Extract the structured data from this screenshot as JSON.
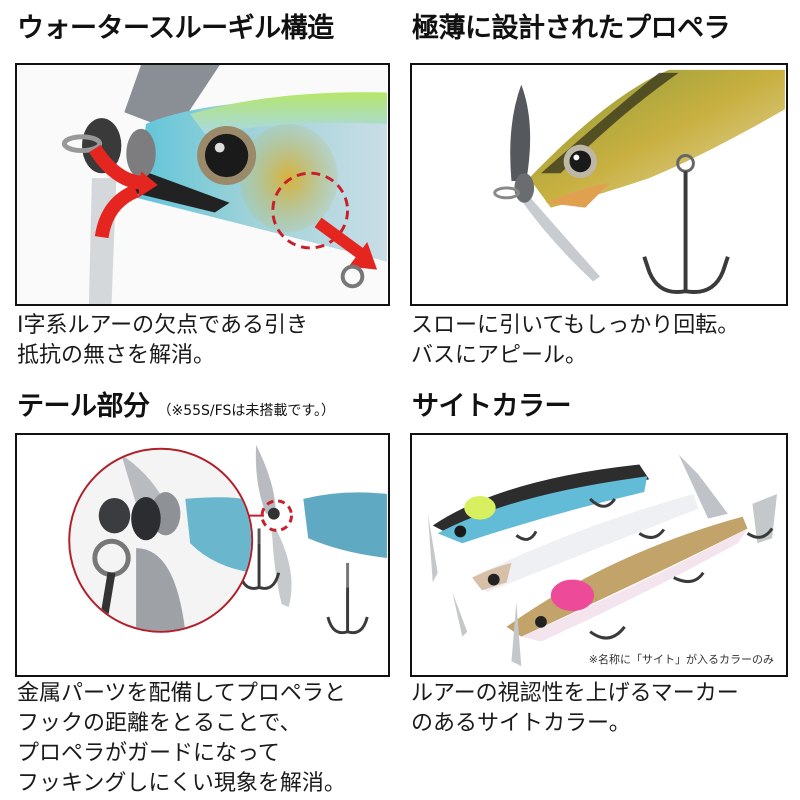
{
  "panels": [
    {
      "id": "water-bluegill-structure",
      "heading": "ウォータースルーギル構造",
      "heading_note": "",
      "image": "lure-head-closeup-with-red-waterflow-arrows",
      "description": [
        "I字系ルアーの欠点である引き",
        "抵抗の無さを解消。"
      ]
    },
    {
      "id": "ultra-thin-propeller",
      "heading": "極薄に設計されたプロペラ",
      "heading_note": "",
      "image": "lure-head-with-propeller-and-treble-hook",
      "description": [
        "スローに引いてもしっかり回転。",
        "バスにアピール。"
      ]
    },
    {
      "id": "tail-part",
      "heading": "テール部分",
      "heading_note": "（※55S/FSは未搭載です。）",
      "image": "tail-propeller-zoom-circle",
      "description": [
        "金属パーツを配備してプロペラと",
        "フックの距離をとることで、",
        "プロペラがガードになって",
        "フッキングしにくい現象を解消。"
      ]
    },
    {
      "id": "sight-color",
      "heading": "サイトカラー",
      "heading_note": "",
      "image": "three-lures-sight-colors",
      "caption": "※名称に「サイト」が入るカラーのみ",
      "description": [
        "ルアーの視認性を上げるマーカー",
        "のあるサイトカラー。"
      ]
    }
  ],
  "colors": {
    "text": "#111111",
    "frame_border": "#111111",
    "arrow_red": "#e52620",
    "circle_red": "#c8202a"
  }
}
